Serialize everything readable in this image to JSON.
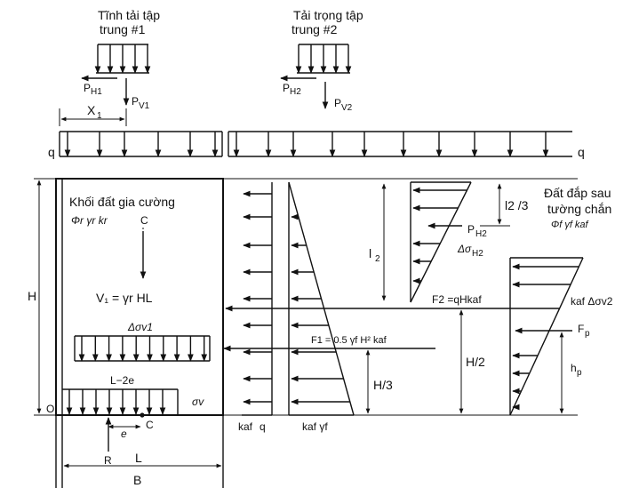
{
  "labels": {
    "dead_load_title_1": "Tĩnh tải tập",
    "dead_load_title_2": "trung #1",
    "live_load_title_1": "Tải trọng tập",
    "live_load_title_2": "trung #2",
    "ph1": "P",
    "ph1_sub": "H1",
    "pv1": "P",
    "pv1_sub": "V1",
    "ph2": "P",
    "ph2_sub": "H2",
    "pv2": "P",
    "pv2_sub": "V2",
    "x1": "X",
    "x1_sub": "1",
    "q_left": "q",
    "q_right": "q",
    "reinforced_block_title": "Khối đất gia cường",
    "reinforced_params": "Φr  γr  kr",
    "centerline": "C",
    "h_label": "H",
    "v1_formula": "V₁ = γr  HL",
    "delta_sigma_v1": "Δσv1",
    "l_minus_2e": "L−2e",
    "sigma_v": "σv",
    "o_label": "O",
    "e_label": "e",
    "c_label": "C",
    "r_label": "R",
    "l_label": "L",
    "b_label": "B",
    "l2_over_3": "l2 /3",
    "retained_fill_1": "Đất đắp sau",
    "retained_fill_2": "tường chắn",
    "retained_params": "Φf  γf  kaf",
    "ph2_right": "P",
    "ph2_right_sub": "H2",
    "delta_sigma_h2": "Δσ",
    "delta_sigma_h2_sub": "H2",
    "l2": "l",
    "l2_sub": "2",
    "f2_formula": "F2 =qHkaf",
    "kaf_delta_sigma_v2": "kaf Δσv2",
    "f1_formula": "F1 = 0.5 γf H² kaf",
    "fp": "F",
    "fp_sub": "p",
    "h_over_2": "H/2",
    "h_over_3": "H/3",
    "hp": "h",
    "hp_sub": "p",
    "kaf_q_1": "kaf",
    "kaf_q_2": "q",
    "kaf_gamma": "kaf γf"
  }
}
